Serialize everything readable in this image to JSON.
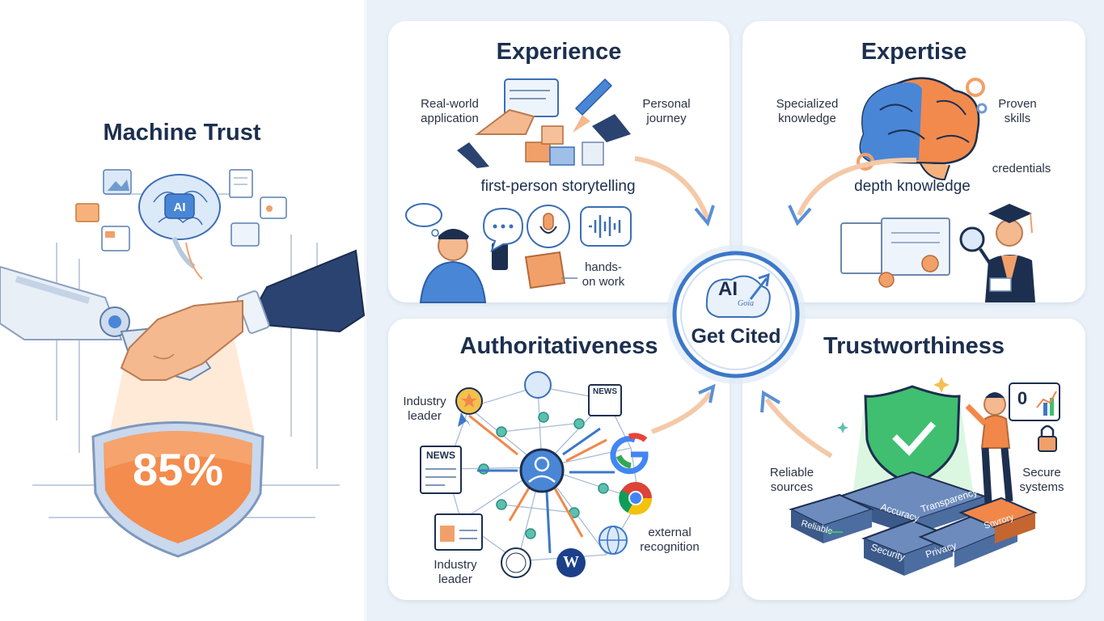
{
  "left": {
    "title": "Machine Trust",
    "ai_chip": "AI",
    "score": "85%"
  },
  "experience": {
    "title": "Experience",
    "labels": [
      "Real-world application",
      "Personal journey",
      "first-person storytelling",
      "hands-on work"
    ]
  },
  "expertise": {
    "title": "Expertise",
    "labels": [
      "Specialized knowledge",
      "Proven skills",
      "credentials",
      "depth knowledge"
    ]
  },
  "authoritativeness": {
    "title": "Authoritativeness",
    "labels": [
      "Industry leader",
      "Industry leader",
      "external recognition"
    ],
    "badges": [
      "NEWS",
      "NEWS",
      "W"
    ]
  },
  "trustworthiness": {
    "title": "Trustworthiness",
    "labels": [
      "Reliable sources",
      "Secure systems"
    ],
    "blocks": [
      "Accuracy",
      "Transparency",
      "Reliable",
      "Security",
      "Privacy",
      "Sovrory"
    ],
    "dashboard": "0"
  },
  "center": {
    "ai": "AI",
    "script": "Goia",
    "label": "Get Cited"
  },
  "colors": {
    "navy": "#1c2f4f",
    "orange": "#f0884a",
    "blue": "#3b78c9",
    "green": "#3fbf6f"
  }
}
